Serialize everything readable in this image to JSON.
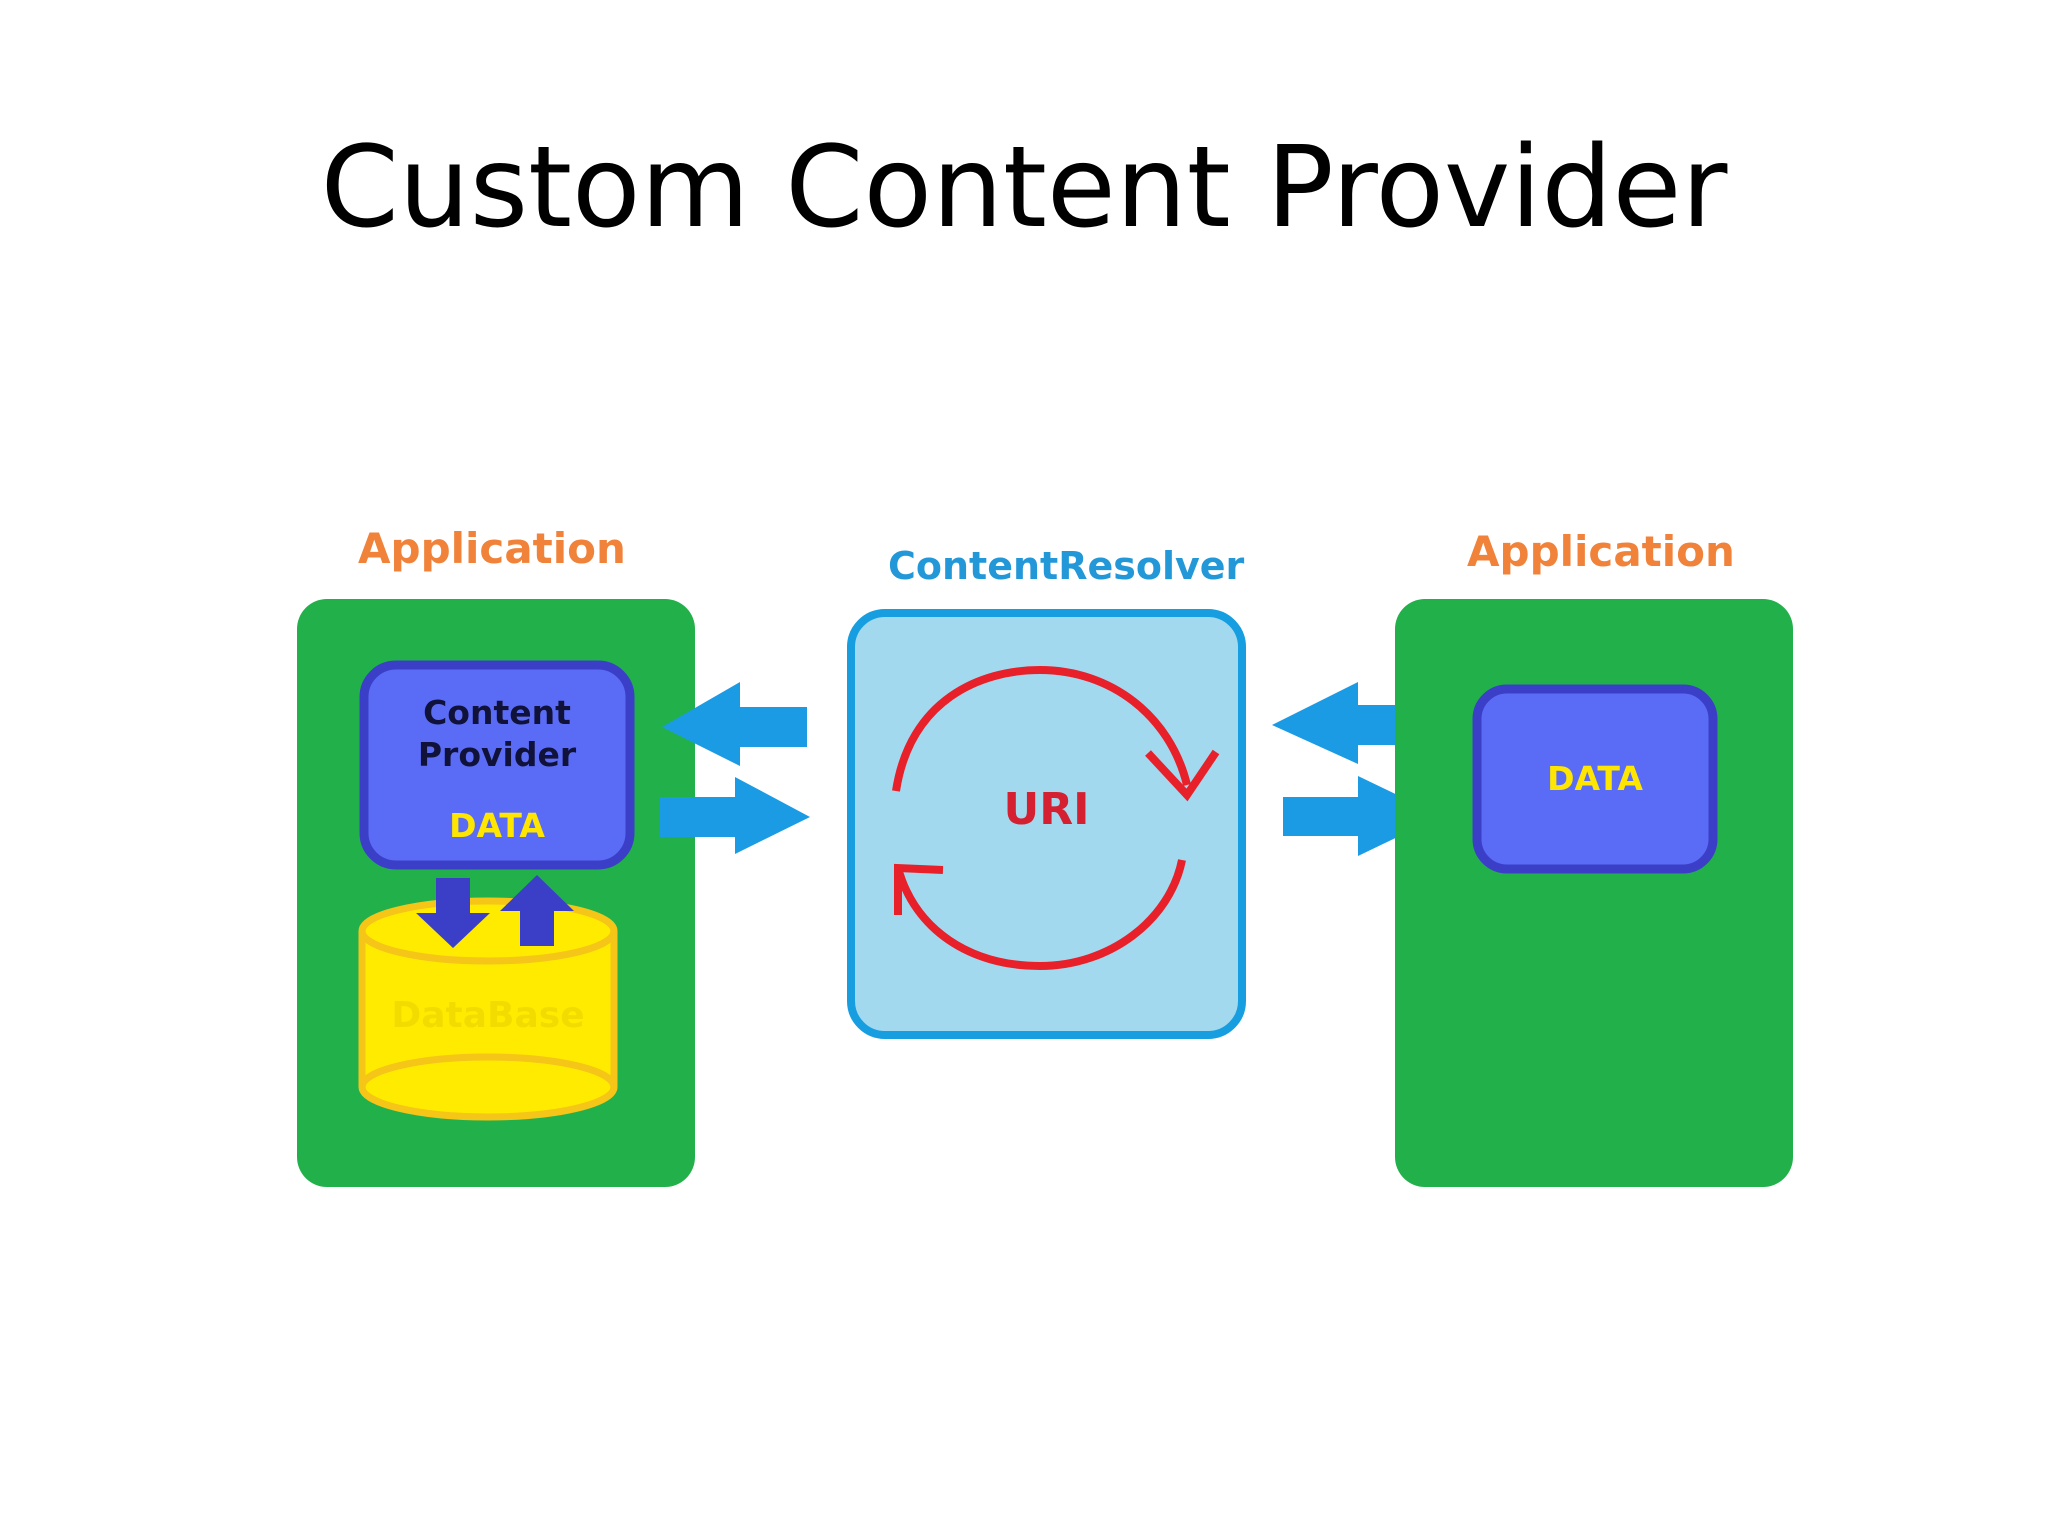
{
  "title": "Custom Content Provider",
  "left_app": {
    "label": "Application",
    "provider_line1": "Content",
    "provider_line2": "Provider",
    "provider_data": "DATA",
    "database": "DataBase"
  },
  "resolver": {
    "label": "ContentResolver",
    "uri": "URI"
  },
  "right_app": {
    "label": "Application",
    "data": "DATA"
  },
  "colors": {
    "app_label": "#f0823a",
    "resolver_label": "#2398d8",
    "app_box": "#22b04b",
    "provider_box": "#5a6cf5",
    "provider_border": "#3b3fc8",
    "data_text": "#ffe600",
    "database": "#ffeb00",
    "database_border": "#f5c518",
    "resolver_box": "#a3d9ef",
    "resolver_border": "#169ee0",
    "cycle": "#e8202a",
    "flow_arrow": "#1a9be4",
    "db_arrow": "#3b3fc8"
  }
}
